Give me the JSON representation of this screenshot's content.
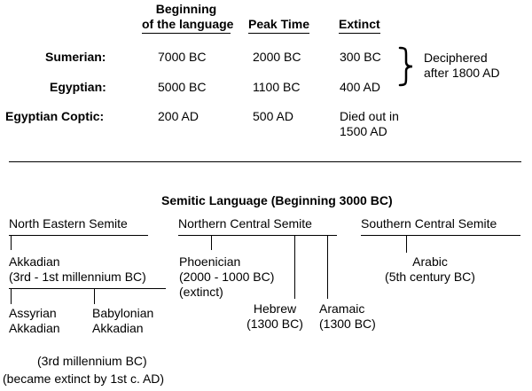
{
  "top_table": {
    "headers": {
      "beginning_line1": "Beginning",
      "beginning_line2": "of the language",
      "peak": "Peak Time",
      "extinct": "Extinct"
    },
    "rows": [
      {
        "name": "Sumerian:",
        "beginning": "7000 BC",
        "peak": "2000 BC",
        "extinct": "300 BC"
      },
      {
        "name": "Egyptian:",
        "beginning": "5000 BC",
        "peak": "1100 BC",
        "extinct": "400 AD"
      },
      {
        "name": "Egyptian Coptic:",
        "beginning": "200 AD",
        "peak": "500 AD",
        "extinct_line1": "Died out in",
        "extinct_line2": "1500 AD"
      }
    ],
    "brace_note_line1": "Deciphered",
    "brace_note_line2": "after 1800 AD"
  },
  "semitic_tree": {
    "title": "Semitic Language (Beginning 3000 BC)",
    "branches": {
      "north_eastern": "North Eastern Semite",
      "northern_central": "Northern Central Semite",
      "southern_central": "Southern Central Semite"
    },
    "akkadian": {
      "name": "Akkadian",
      "period": "(3rd - 1st millennium BC)"
    },
    "assyrian": {
      "line1": "Assyrian",
      "line2": "Akkadian"
    },
    "babylonian": {
      "line1": "Babylonian",
      "line2": "Akkadian"
    },
    "akk_sub_note1": "(3rd millennium BC)",
    "akk_sub_note2": "(became extinct by 1st c. AD)",
    "phoenician": {
      "name": "Phoenician",
      "period": "(2000 - 1000 BC)",
      "status": "(extinct)"
    },
    "hebrew": {
      "name": "Hebrew",
      "period": "(1300 BC)"
    },
    "aramaic": {
      "name": "Aramaic",
      "period": "(1300 BC)"
    },
    "arabic": {
      "name": "Arabic",
      "period": "(5th century BC)"
    }
  }
}
